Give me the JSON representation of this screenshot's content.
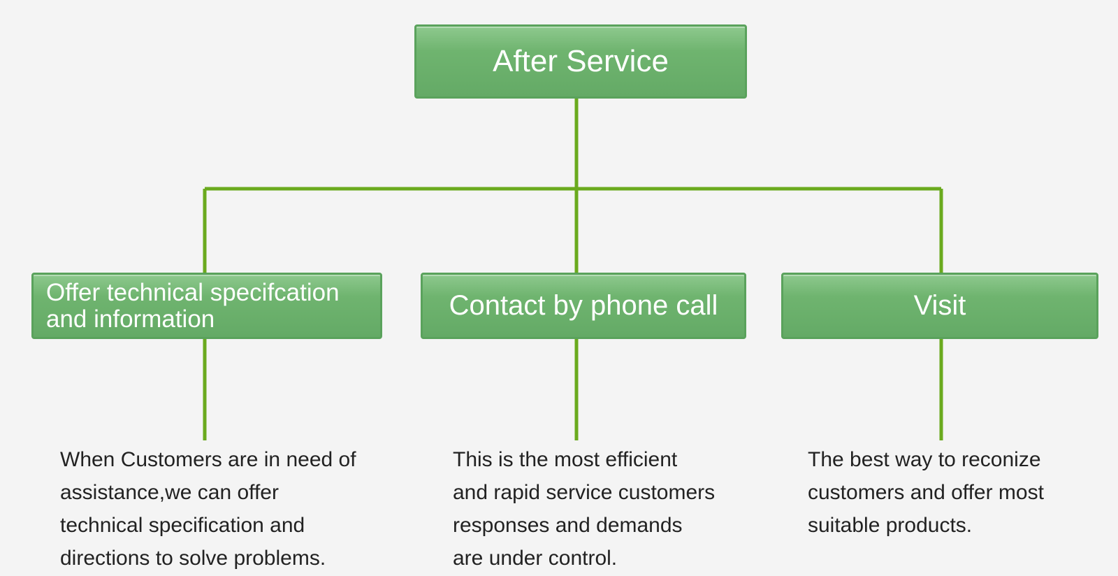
{
  "root": {
    "label": "After Service"
  },
  "branches": [
    {
      "title": "Offer technical specifcation\nand information",
      "description": "When Customers are in need of\nassistance,we can offer\ntechnical specification and\ndirections to solve problems."
    },
    {
      "title": "Contact by phone call",
      "description": "This is the most efficient\nand rapid service customers\nresponses and demands\nare under control."
    },
    {
      "title": "Visit",
      "description": "The best way to reconize\ncustomers and offer most\nsuitable products."
    }
  ],
  "colors": {
    "node_fill": "#6fb46f",
    "node_border": "#5aa25c",
    "connector": "#6aaa1e",
    "text_dark": "#222222",
    "background": "#f4f4f4"
  }
}
